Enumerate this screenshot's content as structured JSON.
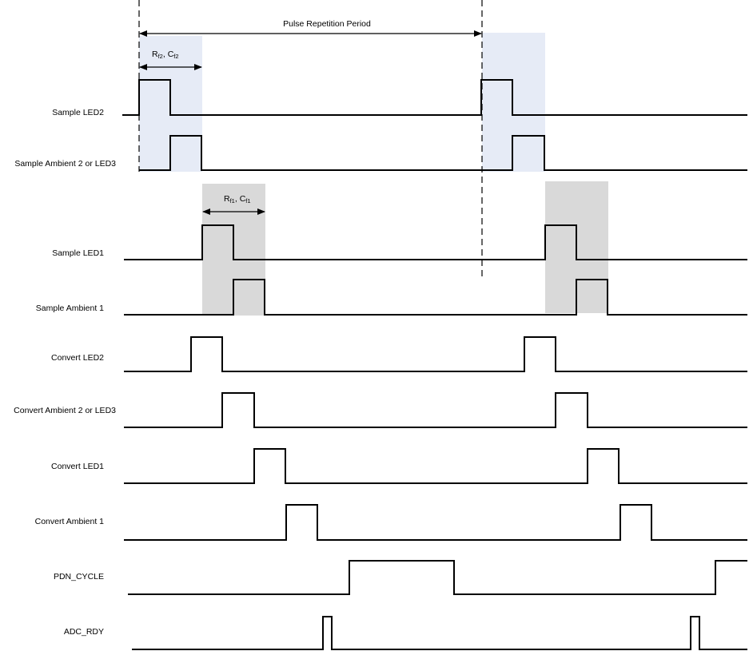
{
  "annotations": {
    "period": "Pulse Repetition Period",
    "rc2": {
      "r_main": "R",
      "r_sub": "f2",
      "sep": ", C",
      "c_sub": "f2"
    },
    "rc1": {
      "r_main": "R",
      "r_sub": "f1",
      "sep": ", C",
      "c_sub": "f1"
    }
  },
  "signals": [
    {
      "id": "sample-led2",
      "label": "Sample LED2"
    },
    {
      "id": "sample-ambient2",
      "label": "Sample Ambient 2 or LED3"
    },
    {
      "id": "sample-led1",
      "label": "Sample LED1"
    },
    {
      "id": "sample-ambient1",
      "label": "Sample Ambient 1"
    },
    {
      "id": "convert-led2",
      "label": "Convert LED2"
    },
    {
      "id": "convert-ambient2",
      "label": "Convert Ambient 2 or LED3"
    },
    {
      "id": "convert-led1",
      "label": "Convert LED1"
    },
    {
      "id": "convert-ambient1",
      "label": "Convert Ambient 1"
    },
    {
      "id": "pdn-cycle",
      "label": "PDN_CYCLE"
    },
    {
      "id": "adc-rdy",
      "label": "ADC_RDY"
    }
  ],
  "colors": {
    "shade_blue": "#e6ebf6",
    "shade_gray": "#d9d9d9",
    "line": "#000000"
  }
}
